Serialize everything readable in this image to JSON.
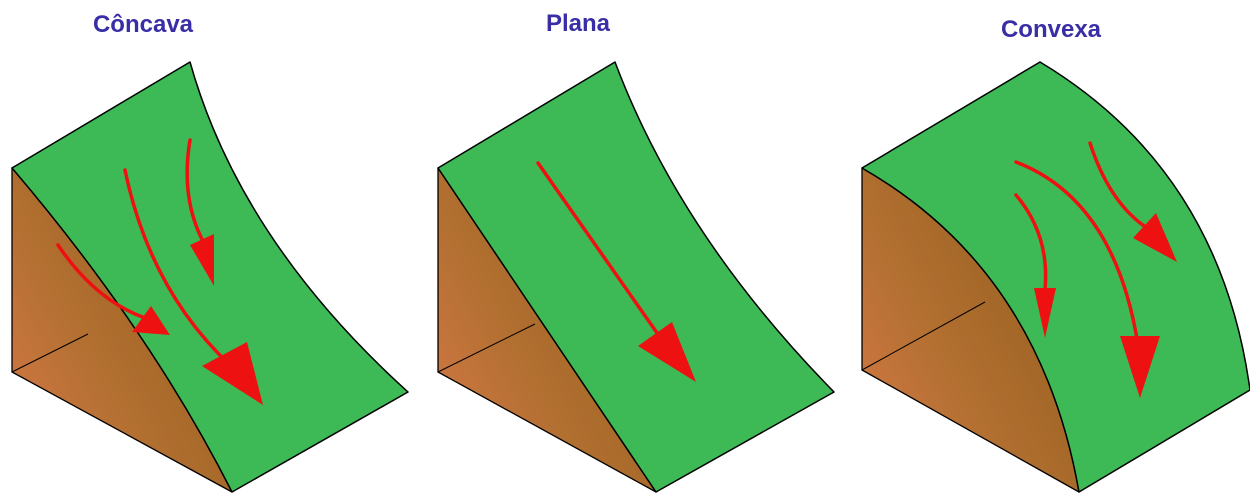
{
  "slope_types": [
    {
      "id": "concave",
      "label": "Côncava"
    },
    {
      "id": "flat",
      "label": "Plana"
    },
    {
      "id": "convex",
      "label": "Convexa"
    }
  ],
  "colors": {
    "label": "#3a2ea6",
    "surface": "#3dba55",
    "arrow": "#ee1111",
    "side_light": "#d97a48",
    "side_dark": "#9a6320",
    "outline": "#000000"
  }
}
